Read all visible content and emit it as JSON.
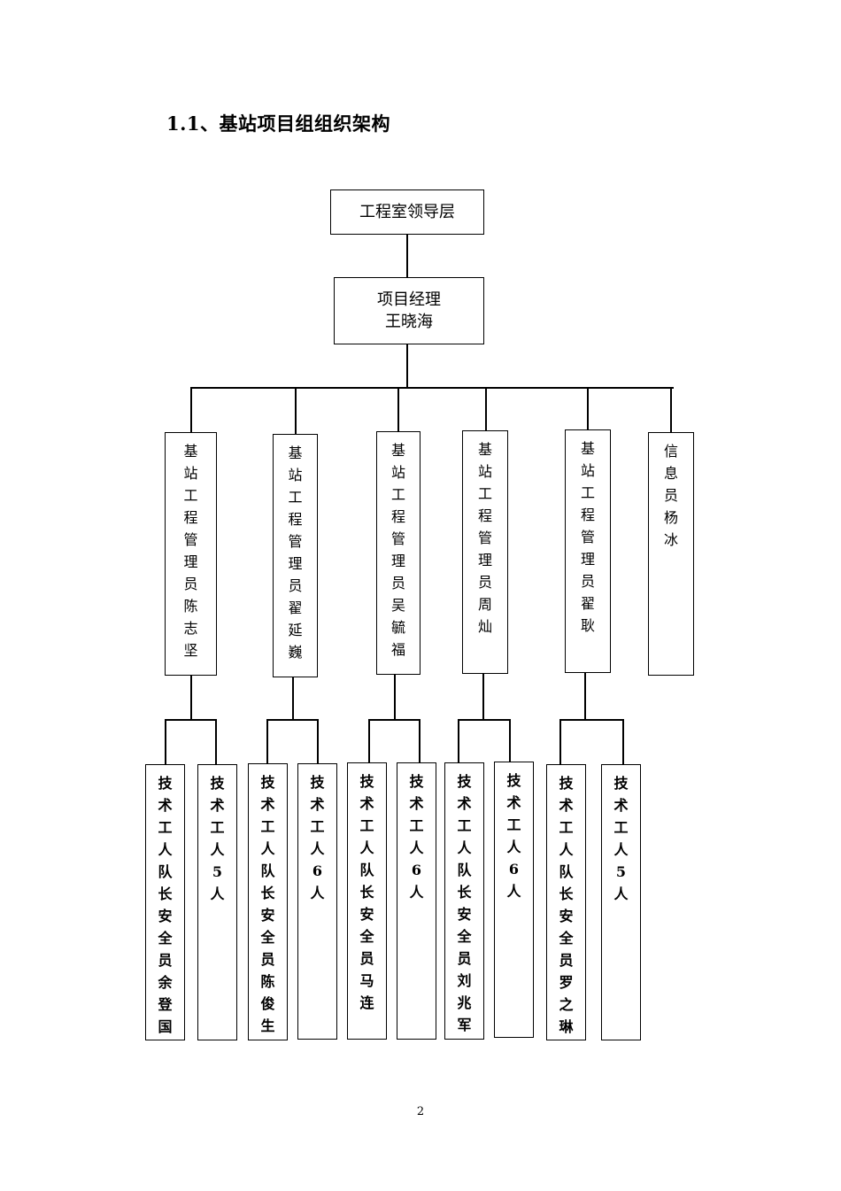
{
  "heading": "1.1、基站项目组组织架构",
  "top": {
    "label": "工程室领导层"
  },
  "manager": {
    "title": "项目经理",
    "name": "王晓海"
  },
  "level3": [
    "基站工程管理员陈志坚",
    "基站工程管理员翟延巍",
    "基站工程管理员吴毓福",
    "基站工程管理员周灿",
    "基站工程管理员翟耿",
    "信息员杨冰"
  ],
  "level4": [
    "技术工人队长安全员余登国",
    "技术工人5人",
    "技术工人队长安全员陈俊生",
    "技术工人6人",
    "技术工人队长安全员马连",
    "技术工人6人",
    "技术工人队长安全员刘兆军",
    "技术工人6人",
    "技术工人队长安全员罗之琳",
    "技术工人5人"
  ],
  "page_number": "2"
}
